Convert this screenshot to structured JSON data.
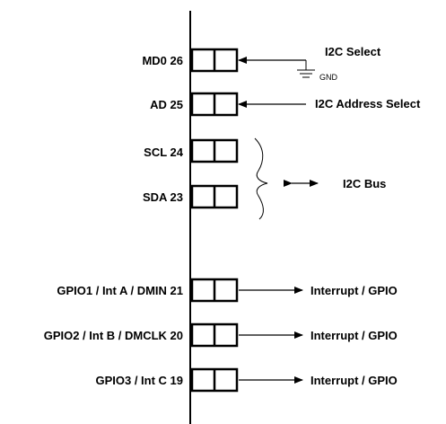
{
  "pins": [
    {
      "label": "MD0 26",
      "signal": "I2C Select",
      "direction": "in",
      "extra": "GND"
    },
    {
      "label": "AD 25",
      "signal": "I2C Address Select",
      "direction": "in"
    },
    {
      "label": "SCL 24"
    },
    {
      "label": "SDA 23"
    },
    {
      "label": "GPIO1 / Int A / DMIN 21",
      "signal": "Interrupt / GPIO",
      "direction": "out"
    },
    {
      "label": "GPIO2 / Int B / DMCLK 20",
      "signal": "Interrupt / GPIO",
      "direction": "out"
    },
    {
      "label": "GPIO3 / Int C 19",
      "signal": "Interrupt / GPIO",
      "direction": "out"
    }
  ],
  "bus": {
    "label": "I2C Bus",
    "direction": "bidirectional"
  }
}
